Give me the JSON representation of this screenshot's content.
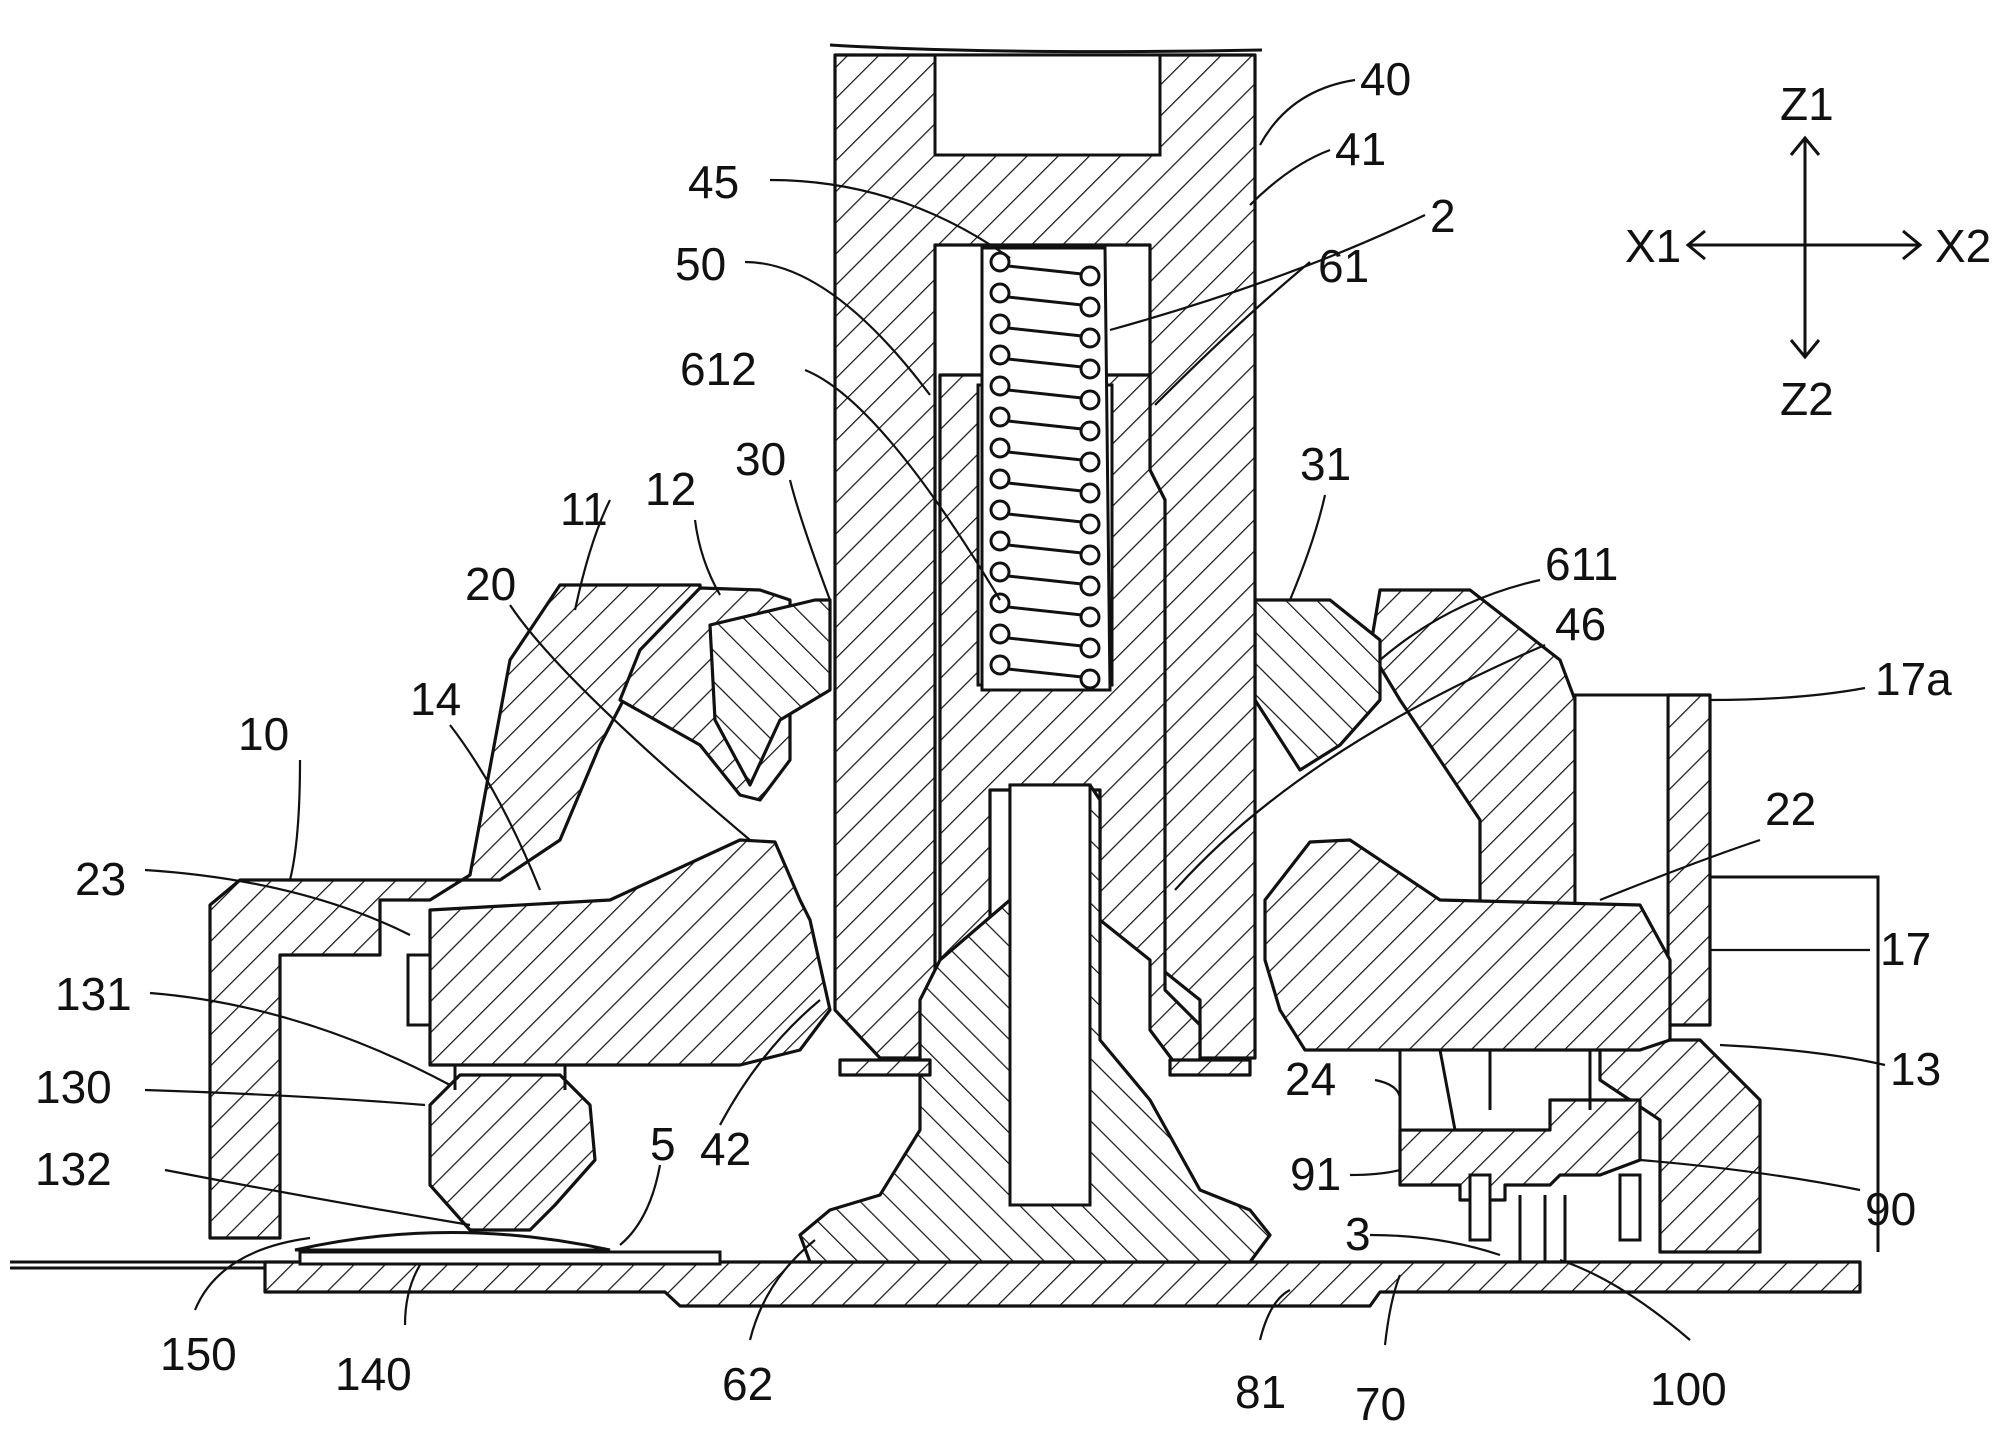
{
  "labels": {
    "l40": "40",
    "l41": "41",
    "l45": "45",
    "l2": "2",
    "l50": "50",
    "l61": "61",
    "l612": "612",
    "l30": "30",
    "l12": "12",
    "l31": "31",
    "l11": "11",
    "l611": "611",
    "l20": "20",
    "l46": "46",
    "l17a": "17a",
    "l14": "14",
    "l10": "10",
    "l22": "22",
    "l23": "23",
    "l17": "17",
    "l131": "131",
    "l42": "42",
    "l24": "24",
    "l13": "13",
    "l130": "130",
    "l91": "91",
    "l90": "90",
    "l132": "132",
    "l5": "5",
    "l3": "3",
    "l150": "150",
    "l140": "140",
    "l62": "62",
    "l81": "81",
    "l70": "70",
    "l100": "100"
  },
  "axes": {
    "z1": "Z1",
    "z2": "Z2",
    "x1": "X1",
    "x2": "X2"
  }
}
